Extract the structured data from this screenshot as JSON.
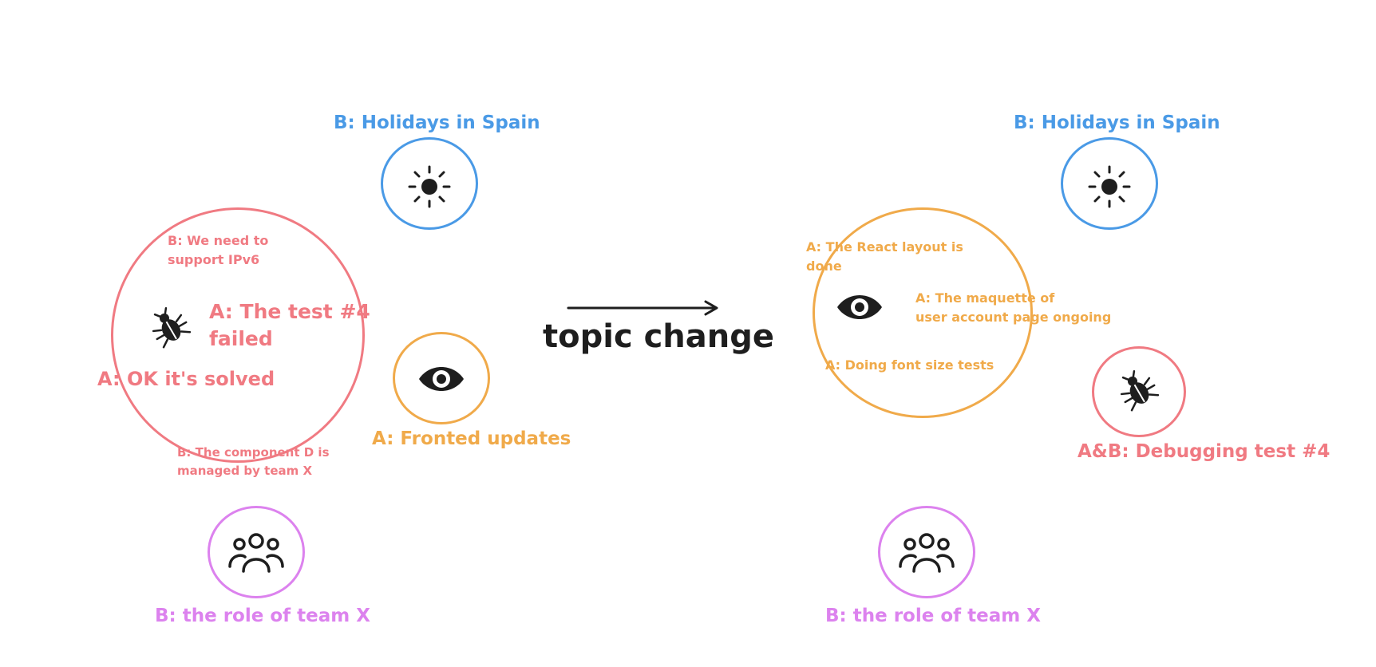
{
  "colors": {
    "blue": "#4a9ae6",
    "red": "#f07a82",
    "orange": "#f0aa4a",
    "purple": "#dc82ee",
    "dark": "#1e1e1e"
  },
  "icons": {
    "sun": "sun-icon",
    "bug": "bug-icon",
    "eye": "eye-icon",
    "team": "users-icon",
    "arrow": "arrow-right-icon"
  },
  "center": {
    "caption": "topic change"
  },
  "before": {
    "holidays_label": "B: Holidays in Spain",
    "ipv6_note": "B: We need to\nsupport IPv6",
    "test_failed": "A: The test #4\nfailed",
    "solved": "A: OK it's solved",
    "component_note": "B: The component D is\nmanaged by team X",
    "frontend_label": "A: Fronted updates",
    "team_label": "B: the role of team X"
  },
  "after": {
    "holidays_label": "B: Holidays in Spain",
    "react_note": "A: The React layout is\ndone",
    "maquette_note": "A: The maquette of\nuser account page ongoing",
    "font_note": "A: Doing font size tests",
    "debug_label": "A&B: Debugging test #4",
    "team_label": "B: the role of team X"
  }
}
